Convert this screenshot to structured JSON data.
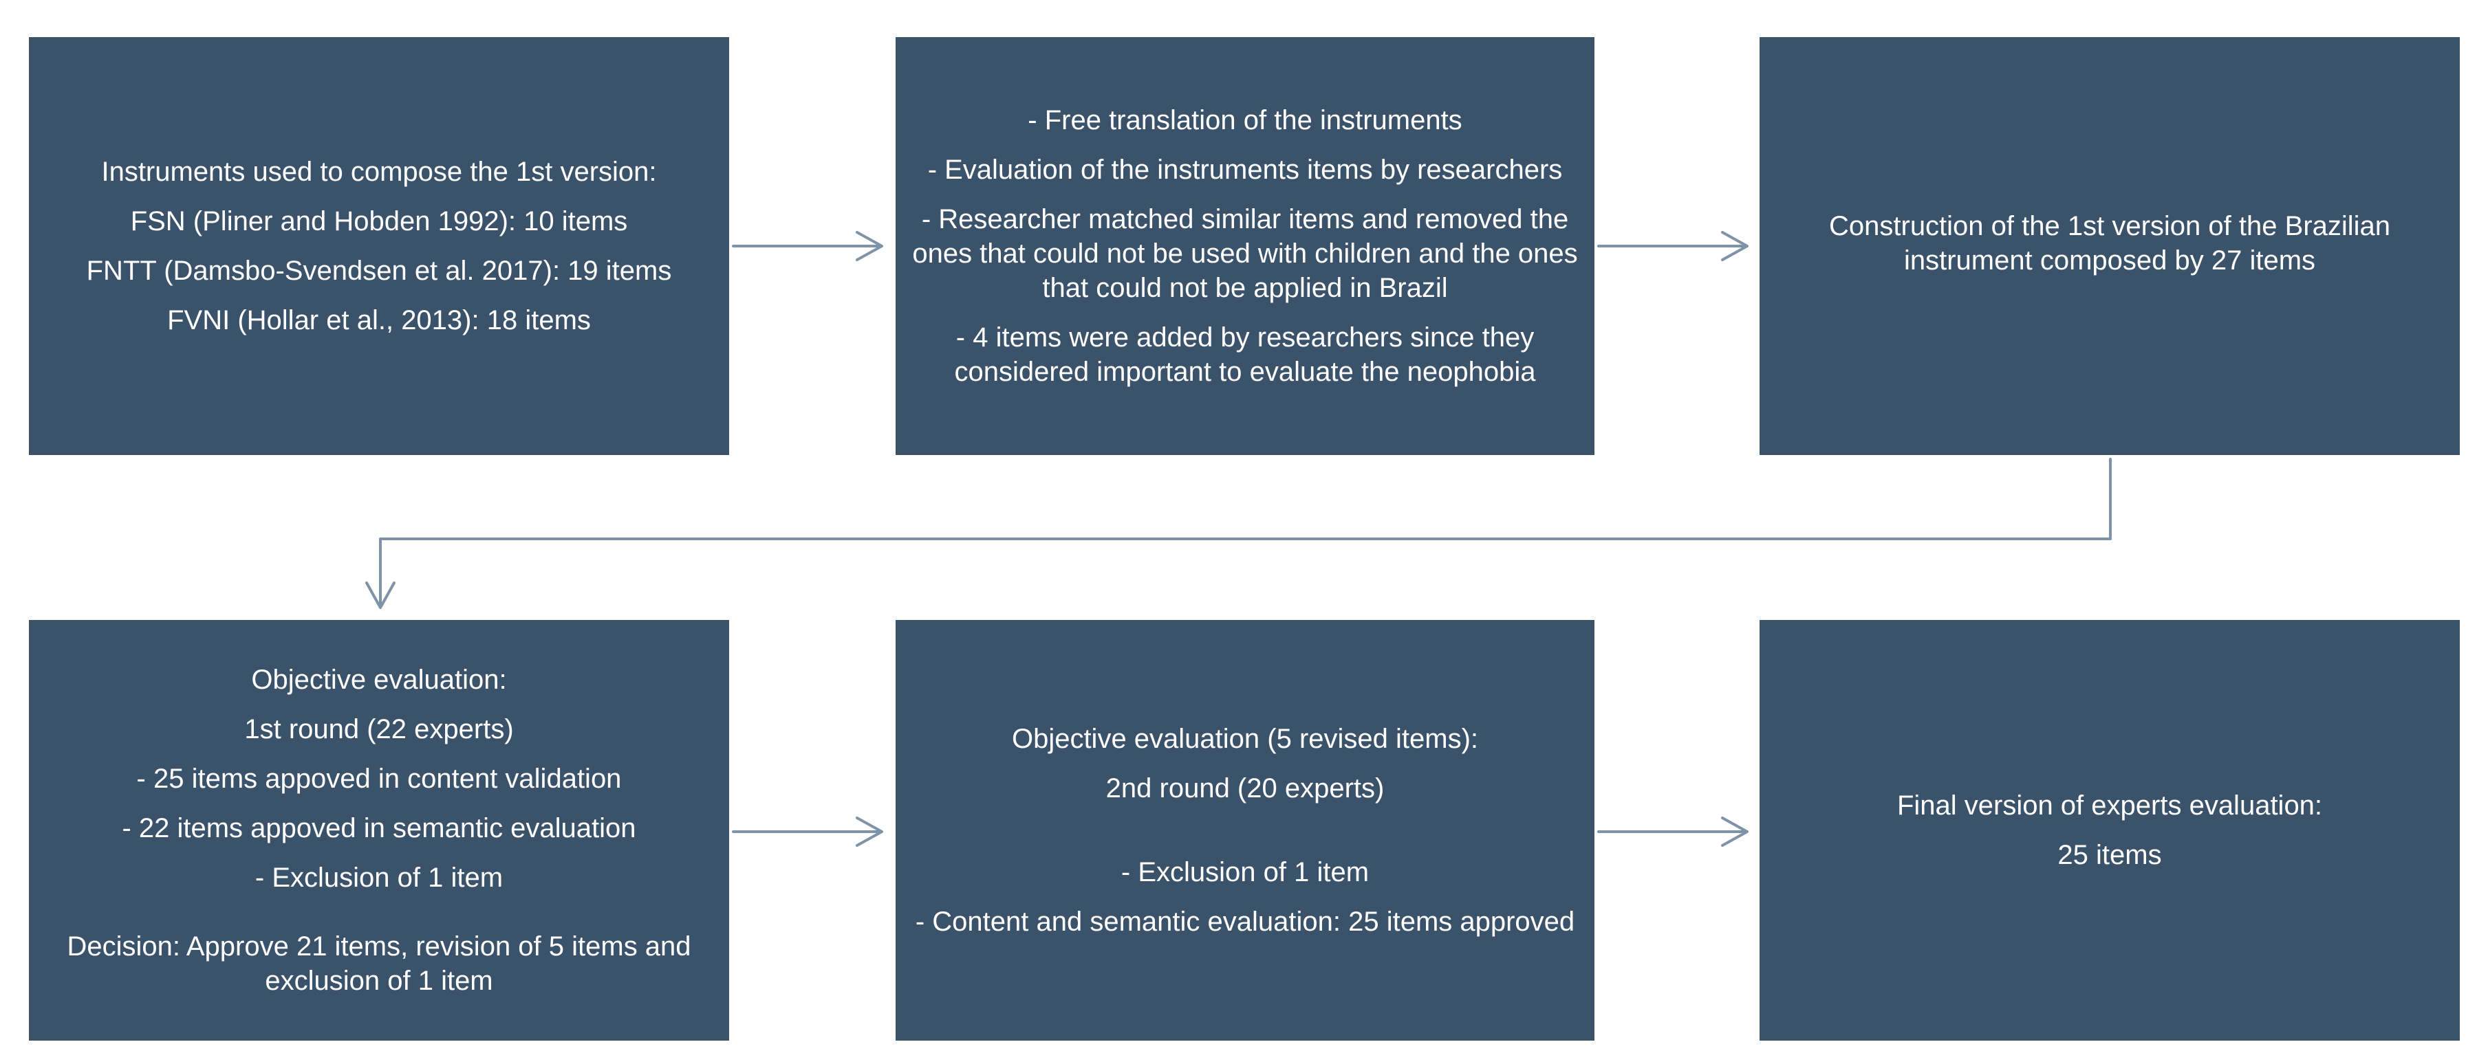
{
  "boxes": {
    "instruments": {
      "lines": [
        "Instruments used to compose the 1st version:",
        "FSN (Pliner and Hobden 1992): 10 items",
        "FNTT (Damsbo-Svendsen et al. 2017): 19 items",
        "FVNI (Hollar et al., 2013): 18 items"
      ]
    },
    "translation": {
      "lines": [
        "- Free translation of the instruments",
        "- Evaluation of the instruments items by researchers",
        "- Researcher matched similar items and removed the ones that could not be used with children and the ones that could not be applied in Brazil",
        "- 4 items were added by researchers since they considered important to evaluate the neophobia"
      ]
    },
    "construction": {
      "lines": [
        "Construction of the 1st version of the Brazilian instrument composed by 27 items"
      ]
    },
    "first_round": {
      "lines": [
        "Objective evaluation:",
        "1st round (22 experts)",
        "- 25 items appoved in content validation",
        "- 22 items appoved in semantic evaluation",
        "- Exclusion of 1 item",
        "Decision: Approve 21 items, revision of 5 items and exclusion of 1 item"
      ]
    },
    "second_round": {
      "lines": [
        "Objective evaluation (5 revised items):",
        "2nd round (20 experts)",
        "-  Exclusion of  1 item",
        "-  Content and semantic evaluation: 25 items approved"
      ]
    },
    "final": {
      "lines": [
        "Final version of experts evaluation:",
        "25 items"
      ]
    }
  },
  "colors": {
    "box_fill": "#3b526b",
    "box_text": "#ffffff",
    "arrow": "#7f93a8"
  }
}
